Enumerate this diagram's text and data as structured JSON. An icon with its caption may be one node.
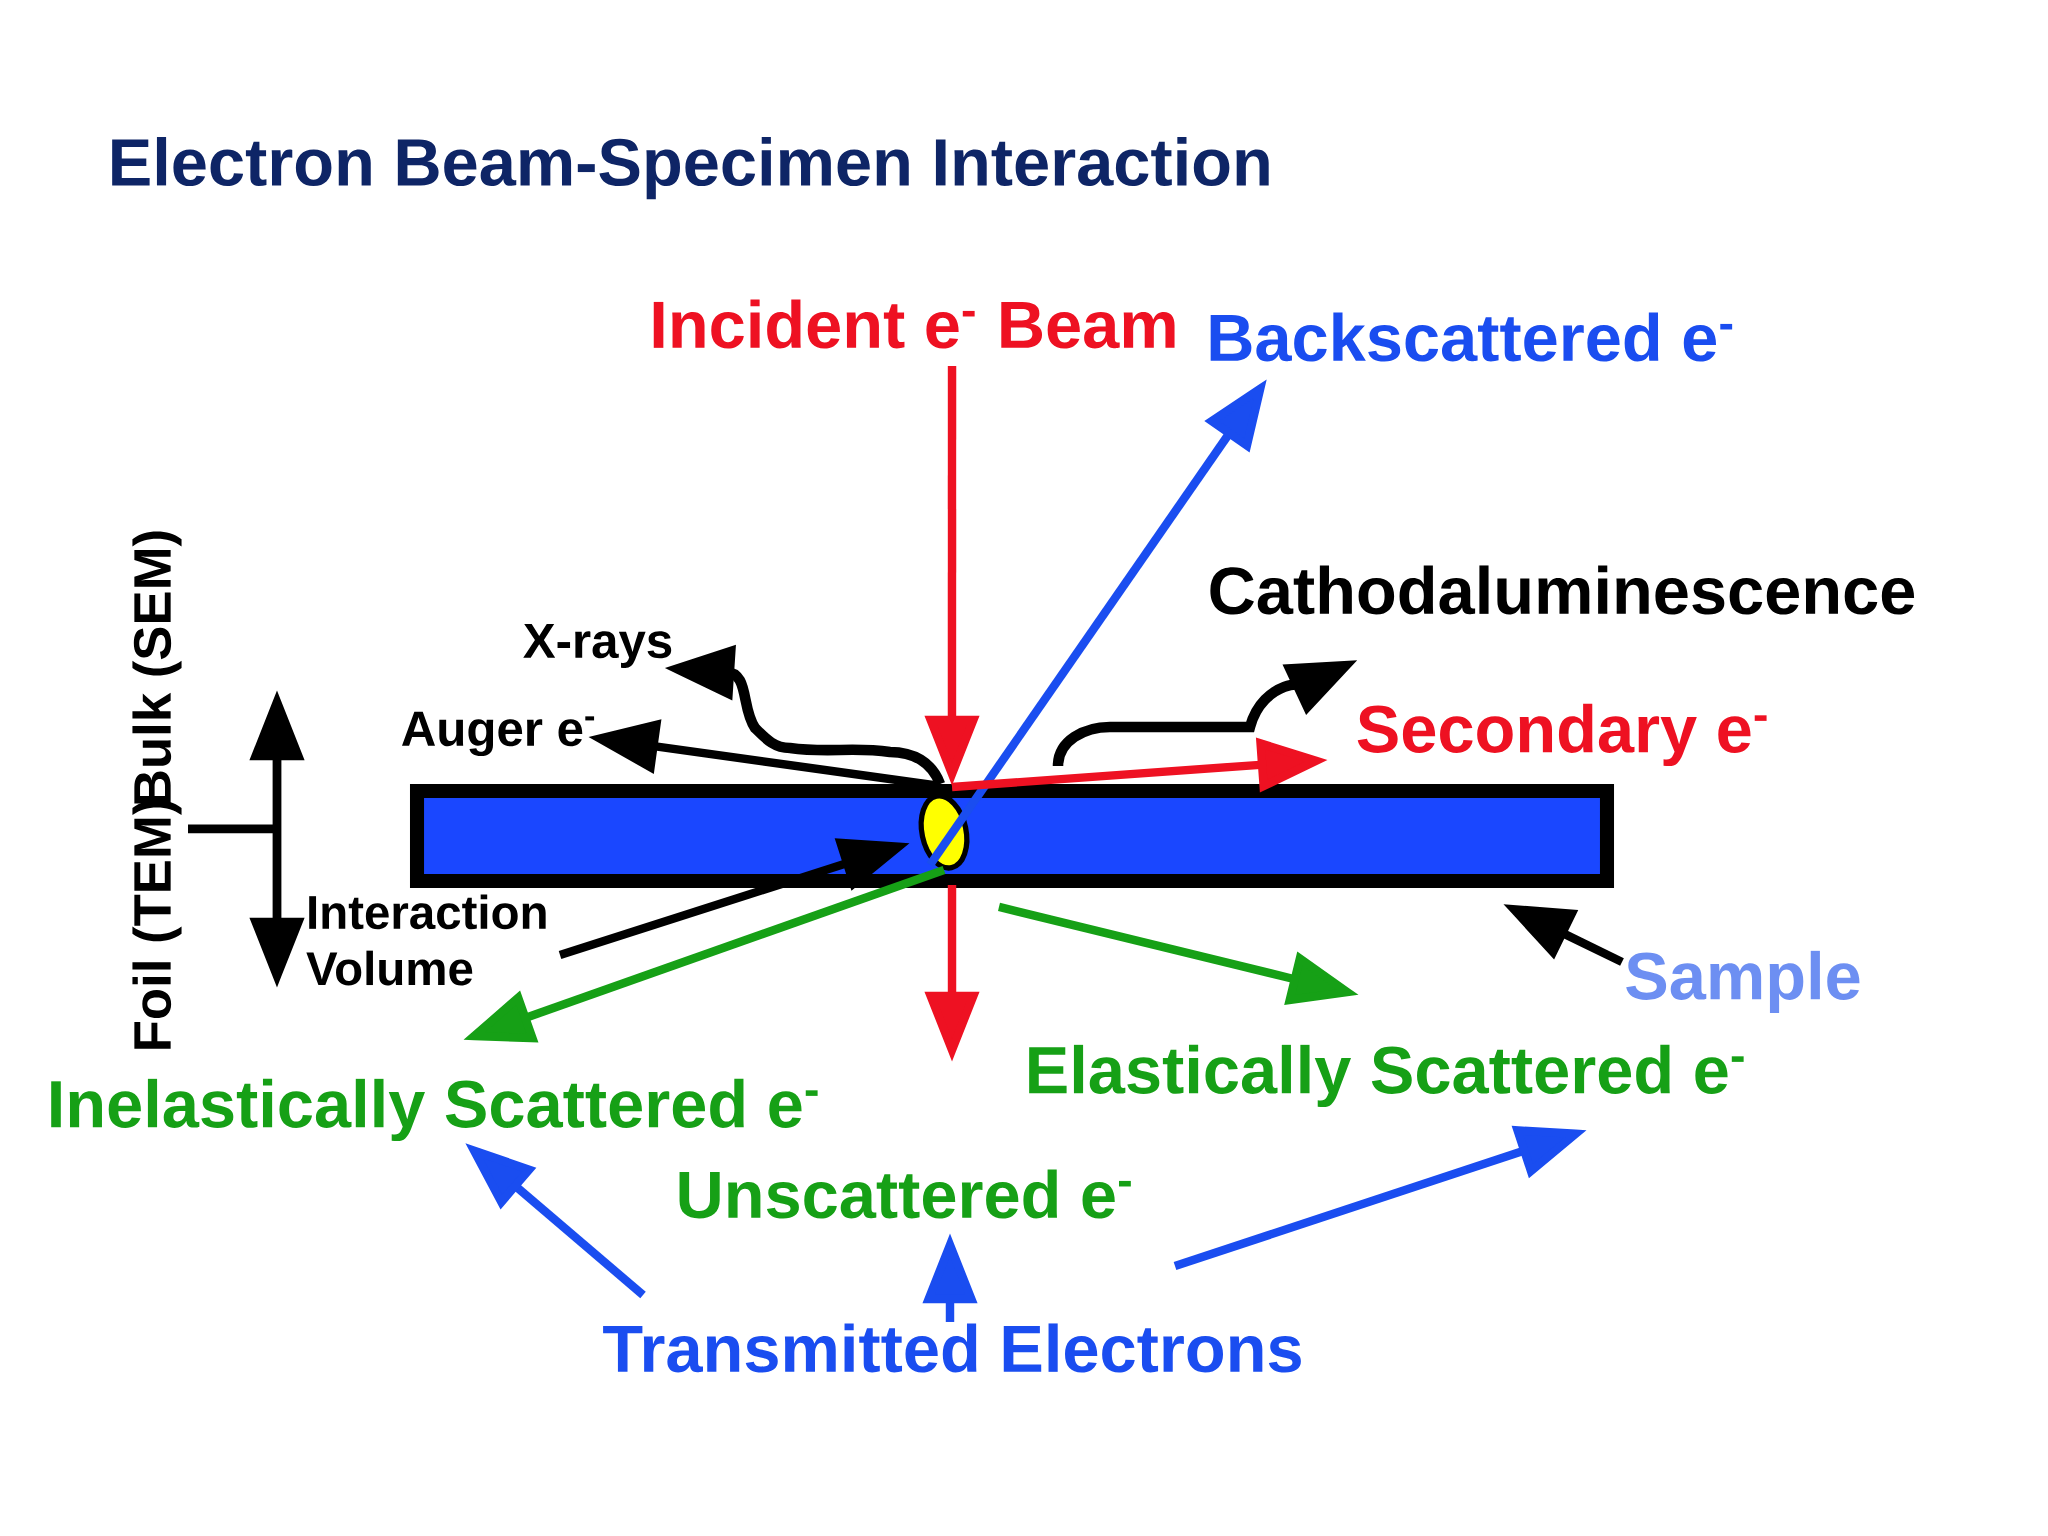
{
  "diagram": {
    "title": "Electron Beam-Specimen Interaction",
    "nodes": [
      {
        "text": [
          "Incident e$^{-}$ Beam"
        ]
      },
      {
        "text": [
          "Backscattered e$^{-}$"
        ]
      },
      {
        "text": [
          "Cathodaluminescence"
        ]
      },
      {
        "text": [
          "X-rays"
        ]
      },
      {
        "text": [
          "Auger e$^{-}$"
        ]
      },
      {
        "text": [
          "Secondary e$^{-}$"
        ]
      },
      {
        "text": [],
        "shape": "bar"
      },
      {
        "text": [],
        "shape": "ellipse",
        "in": 6
      },
      {
        "text": [
          "Interaction Volume"
        ]
      },
      {
        "text": [
          "Sample"
        ]
      },
      {
        "text": [
          "Inelastically Scattered e$^{-}$"
        ]
      },
      {
        "text": [
          "Elastically Scattered e$^{-}$"
        ]
      },
      {
        "text": [
          "Unscattered e$^{-}$"
        ]
      },
      {
        "text": [
          "Transmitted Electrons"
        ]
      }
    ],
    "edges": [
      {
        "from": 0,
        "to": 6,
        "arrow": "to",
        "color": "#ee1122"
      },
      {
        "from": 7,
        "to": null,
        "arrow": "to",
        "color": "#ee1122"
      },
      {
        "from": 7,
        "to": 1,
        "arrow": "to",
        "color": "#1a4df0"
      },
      {
        "from": 7,
        "to": 4,
        "arrow": "to",
        "color": "#000000"
      },
      {
        "from": 7,
        "to": 3,
        "arrow": "to",
        "color": "#000000"
      },
      {
        "from": null,
        "to": 2,
        "arrow": "to",
        "color": "#000000"
      },
      {
        "from": 7,
        "to": 5,
        "arrow": "to",
        "color": "#ee1122"
      },
      {
        "from": 8,
        "to": 7,
        "arrow": "to",
        "color": "#000000"
      },
      {
        "from": 7,
        "to": 10,
        "arrow": "to",
        "color": "#16a016"
      },
      {
        "from": null,
        "to": 11,
        "arrow": "to",
        "color": "#16a016"
      },
      {
        "from": 9,
        "to": 6,
        "arrow": "to",
        "color": "#000000"
      },
      {
        "from": 13,
        "to": 10,
        "arrow": "to",
        "color": "#1a4df0"
      },
      {
        "from": 13,
        "to": 12,
        "arrow": "to",
        "color": "#1a4df0"
      },
      {
        "from": 13,
        "to": 11,
        "arrow": "to",
        "color": "#1a4df0"
      }
    ],
    "labels": [
      "Foil (TEM)",
      "Bulk (SEM)"
    ]
  }
}
